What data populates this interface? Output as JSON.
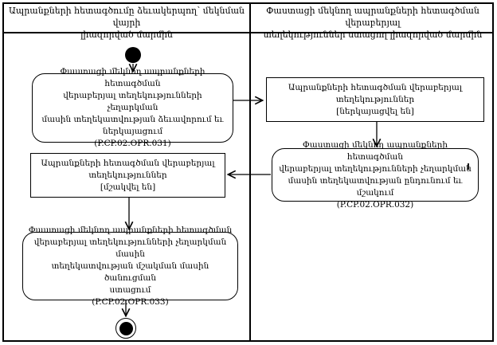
{
  "colors": {
    "border": "#000000",
    "background": "#ffffff",
    "text": "#000000"
  },
  "lanes": {
    "left": {
      "header": [
        "Ապրանքների հետագծումը ձեւակերպող՝ մեկնման վայրի",
        "լիազորված մարմին"
      ]
    },
    "right": {
      "header": [
        "Փաստացի մեկնող ապրանքների հետագծման վերաբերյալ",
        "տեղեկություններ ստացող լիազորված մարմին"
      ]
    }
  },
  "nodes": {
    "start": {
      "type": "initial-node"
    },
    "opr031": {
      "type": "activity",
      "lines": [
        "Փաստացի մեկնող ապրանքների հետագծման",
        "վերաբերյալ տեղեկությունների չեղարկման",
        "մասին տեղեկատվության ձեւավորում եւ",
        "ներկայացում",
        "(P.CP.02.OPR.031)"
      ],
      "code": "P.CP.02.OPR.031"
    },
    "info_presented": {
      "type": "state",
      "lines": [
        "Ապրանքների հետագծման վերաբերյալ",
        "տեղեկություններ",
        "[ներկայացվել են]"
      ],
      "state": "[ներկայացվել են]"
    },
    "opr032": {
      "type": "activity",
      "lines": [
        "Փաստացի մեկնող ապրանքների հետագծման",
        "վերաբերյալ տեղեկությունների չեղարկման",
        "մասին տեղեկատվության ընդունում եւ մշակում",
        "(P.CP.02.OPR.032)"
      ],
      "code": "P.CP.02.OPR.032"
    },
    "info_processed": {
      "type": "state",
      "lines": [
        "Ապրանքների հետագծման վերաբերյալ",
        "տեղեկություններ",
        "[մշակվել են]"
      ],
      "state": "[մշակվել են]"
    },
    "opr033": {
      "type": "activity",
      "lines": [
        "Փաստացի մեկնող ապրանքների հետագծման",
        "վերաբերյալ տեղեկությունների չեղարկման մասին",
        "տեղեկատվության մշակման մասին ծանուցման",
        "ստացում",
        "(P.CP.02.OPR.033)"
      ],
      "code": "P.CP.02.OPR.033"
    },
    "end": {
      "type": "final-node"
    }
  }
}
